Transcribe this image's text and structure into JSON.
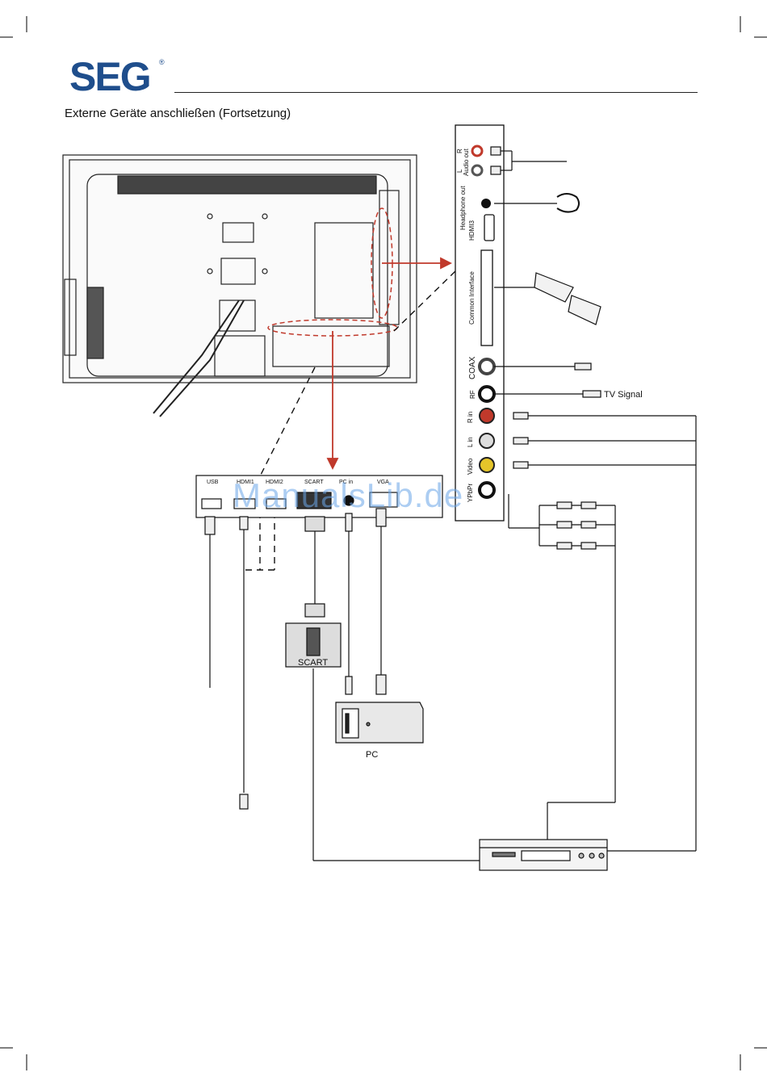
{
  "brand": {
    "logo_text": "SEG",
    "registered_mark": "®"
  },
  "section_title": "Externe Geräte anschließen (Fortsetzung)",
  "watermark": "ManualsLib.de",
  "side_panel": {
    "audio_out": "Audio out",
    "audio_out_r": "R",
    "audio_out_l": "L",
    "headphone_out": "Headphone out",
    "hdmi3": "HDMI3",
    "common_interface": "Common Interface",
    "coax": "COAX",
    "rf": "RF",
    "r_in": "R in",
    "l_in": "L in",
    "video": "Video",
    "ypbpr": "YPbPr"
  },
  "bottom_panel": {
    "usb": "USB",
    "hdmi1": "HDMI1",
    "hdmi2": "HDMI2",
    "scart": "SCART",
    "pc_in": "PC in",
    "vga": "VGA"
  },
  "devices": {
    "tv_signal": "TV Signal",
    "scart_adapter": "SCART",
    "pc": "PC"
  }
}
